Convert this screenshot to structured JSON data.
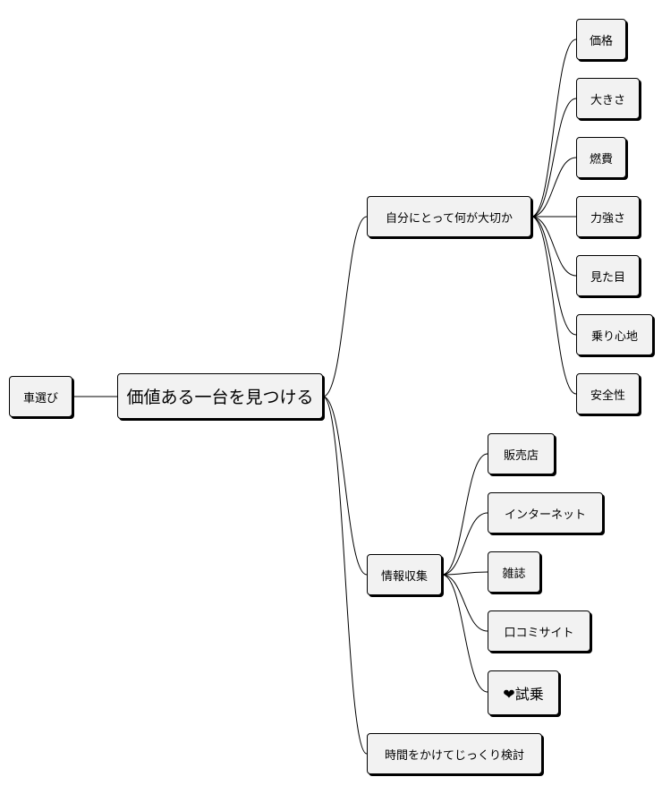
{
  "root": {
    "label": "車選び"
  },
  "main": {
    "label": "価値ある一台を見つける"
  },
  "branches": [
    {
      "label": "自分にとって何が大切か",
      "children": [
        "価格",
        "大きさ",
        "燃費",
        "力強さ",
        "見た目",
        "乗り心地",
        "安全性"
      ]
    },
    {
      "label": "情報収集",
      "children": [
        "販売店",
        "インターネット",
        "雑誌",
        "口コミサイト",
        "❤試乗"
      ]
    },
    {
      "label": "時間をかけてじっくり検討",
      "children": []
    }
  ]
}
